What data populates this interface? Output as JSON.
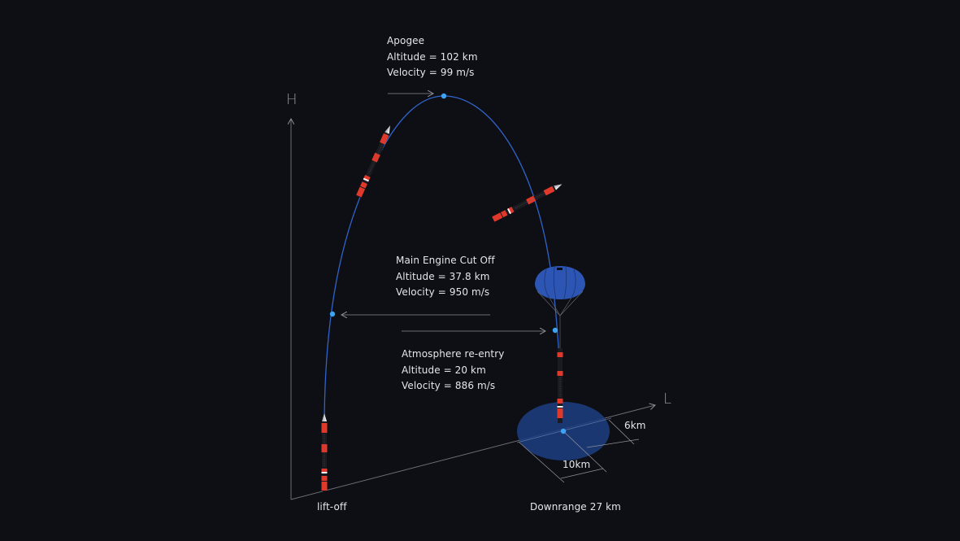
{
  "axes": {
    "vertical_label": "H",
    "horizontal_label": "L"
  },
  "annotations": {
    "apogee": {
      "title": "Apogee",
      "altitude": "Altitude = 102 km",
      "velocity": "Velocity = 99 m/s"
    },
    "meco": {
      "title": "Main Engine Cut Off",
      "altitude": "Altitude = 37.8 km",
      "velocity": "Velocity = 950 m/s"
    },
    "reentry": {
      "title": "Atmosphere re-entry",
      "altitude": "Altitude = 20 km",
      "velocity": "Velocity = 886 m/s"
    }
  },
  "ground": {
    "liftoff_label": "lift-off",
    "downrange_label": "Downrange 27 km",
    "landing_zone_width": "10km",
    "landing_zone_depth": "6km"
  },
  "colors": {
    "background": "#0e0f14",
    "trajectory": "#2f63c9",
    "point": "#3da3f5",
    "landing_zone": "#1c3e82",
    "parachute": "#2d55b3",
    "rocket_red": "#e0392b",
    "axis": "#6b6e75"
  }
}
